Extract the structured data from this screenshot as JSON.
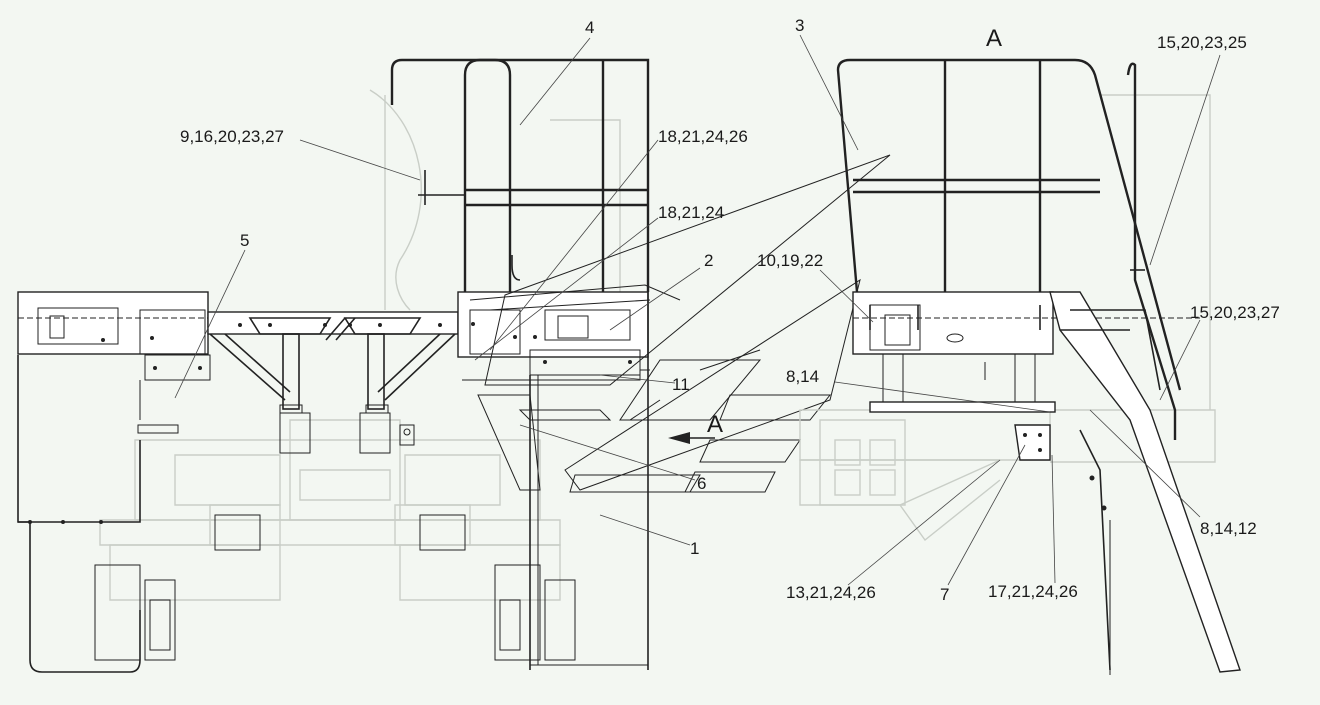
{
  "view_title": "A",
  "section_arrow_label": "A",
  "callouts": {
    "c4": "4",
    "c3": "3",
    "c_15_20_23_25": "15,20,23,25",
    "c_9_16_20_23_27": "9,16,20,23,27",
    "c_18_21_24_26": "18,21,24,26",
    "c_18_21_24": "18,21,24",
    "c5": "5",
    "c2": "2",
    "c_10_19_22": "10,19,22",
    "c_15_20_23_27": "15,20,23,27",
    "c11": "11",
    "c_8_14_a": "8,14",
    "c6": "6",
    "c1": "1",
    "c_8_14_12": "8,14,12",
    "c_13_21_24_26": "13,21,24,26",
    "c7": "7",
    "c_17_21_24_26": "17,21,24,26"
  },
  "colors": {
    "background": "#f3f7f2",
    "line": "#222222",
    "ghost_line": "#c9cec7"
  }
}
